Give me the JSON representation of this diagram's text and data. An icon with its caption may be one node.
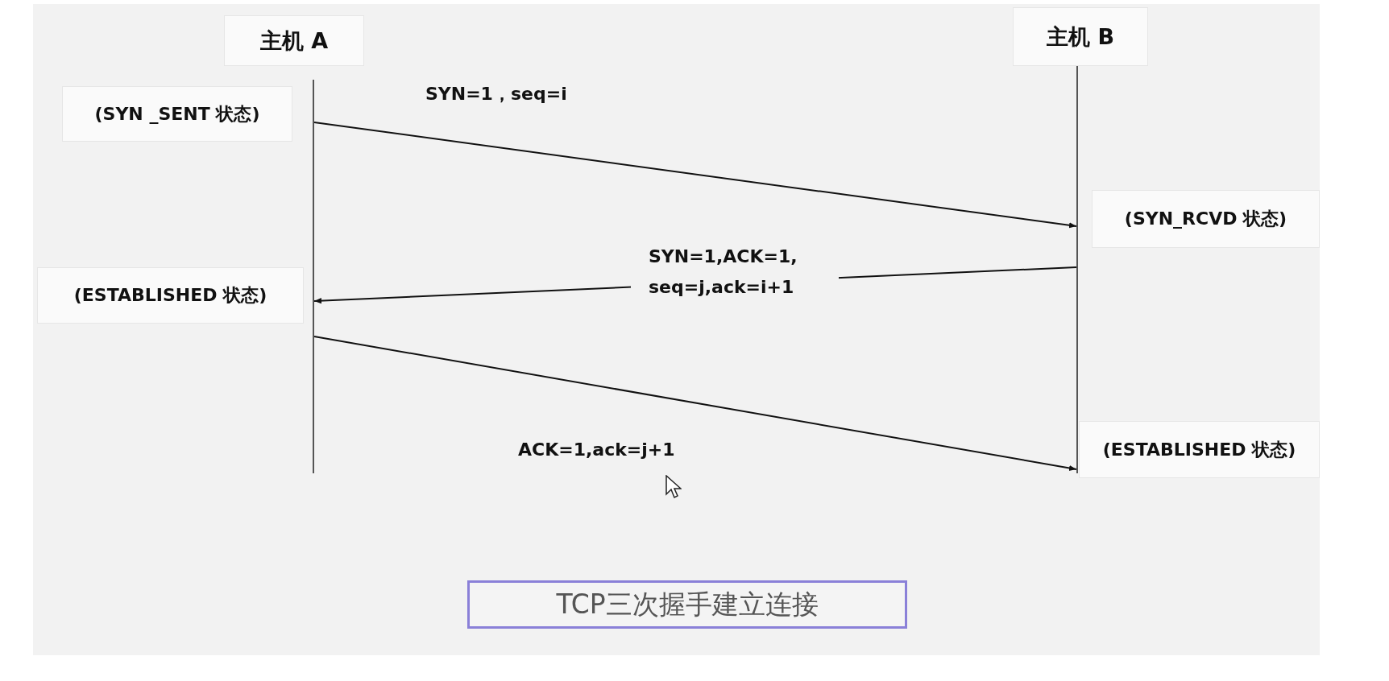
{
  "diagram": {
    "caption": "TCP三次握手建立连接",
    "nodes": [
      {
        "text": [
          "主机 A"
        ]
      },
      {
        "text": [
          "主机 B"
        ]
      },
      {
        "text": [],
        "shape": "line"
      },
      {
        "text": [],
        "shape": "line"
      },
      {
        "text": [
          "(SYN _SENT 状态)"
        ]
      },
      {
        "text": [
          "(SYN_RCVD 状态)"
        ]
      },
      {
        "text": [
          "(ESTABLISHED 状态)"
        ]
      },
      {
        "text": [
          "(ESTABLISHED 状态)"
        ]
      }
    ],
    "edges": [
      {
        "from": 2,
        "to": 3,
        "arrow": "to",
        "label": "SYN=1，seq=i"
      },
      {
        "from": 3,
        "to": 2,
        "arrow": "to",
        "label": "SYN=1,ACK=1, seq=j,ack=i+1"
      },
      {
        "from": 2,
        "to": 3,
        "arrow": "to",
        "label": "ACK=1,ack=j+1"
      }
    ]
  }
}
